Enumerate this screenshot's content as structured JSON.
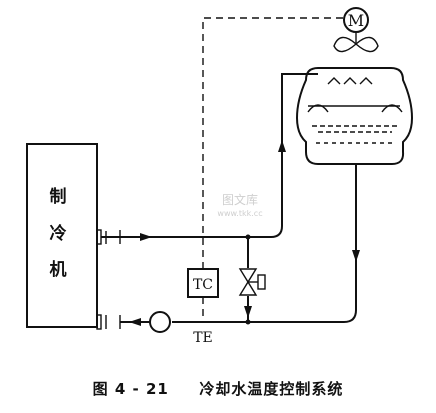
{
  "diagram": {
    "chiller_label": [
      "制",
      "冷",
      "机"
    ],
    "motor_label": "M",
    "controller_label": "TC",
    "sensor_label": "TE",
    "watermark_title": "图文库",
    "watermark_url": "www.tkk.cc"
  },
  "caption": {
    "figure_number": "图 4 - 21",
    "title": "冷却水温度控制系统"
  }
}
